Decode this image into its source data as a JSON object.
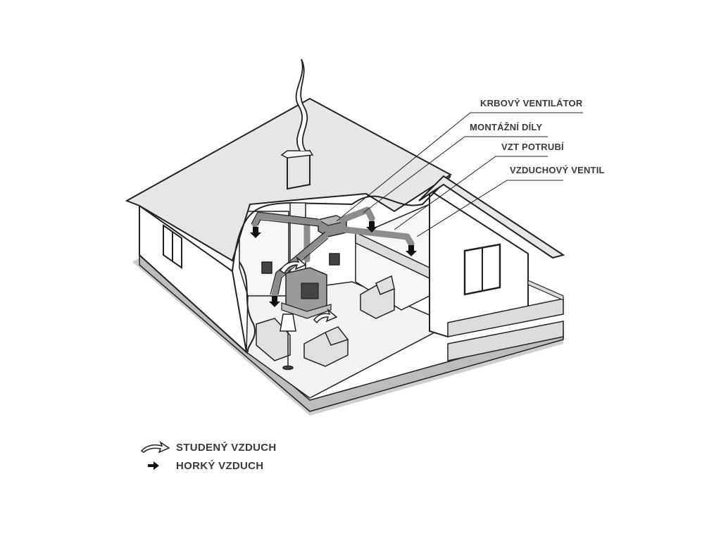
{
  "callouts": [
    {
      "id": "krbovy-ventilator",
      "label": "KRBOVÝ VENTILÁTOR"
    },
    {
      "id": "montazni-dily",
      "label": "MONTÁŽNÍ DÍLY"
    },
    {
      "id": "vzt-potrubi",
      "label": "VZT POTRUBÍ"
    },
    {
      "id": "vzduchovy-ventil",
      "label": "VZDUCHOVÝ VENTIL"
    }
  ],
  "legend": {
    "cold_air": {
      "label": "STUDENÝ VZDUCH",
      "icon": "cold-air-arrow-icon"
    },
    "hot_air": {
      "label": "HORKÝ VZDUCH",
      "icon": "hot-air-arrow-icon"
    }
  },
  "colors": {
    "line": "#222222",
    "roof": "#e6e6e6",
    "wall": "#ffffff",
    "ground": "#cfcfcf",
    "floor": "#f2f2f2",
    "duct": "#8c8c8c",
    "label": "#3a3a3a"
  }
}
